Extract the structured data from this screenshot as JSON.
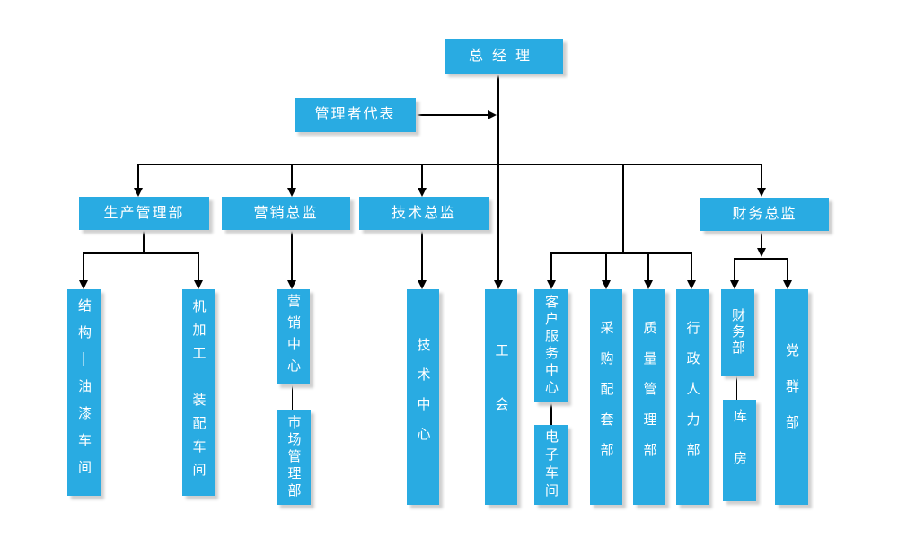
{
  "colors": {
    "node_fill": "#29ABE2",
    "node_text": "#FFFFFF",
    "connector": "#000000",
    "background": "#FFFFFF"
  },
  "nodes": {
    "ceo": "总经理",
    "mgmt_rep": "管理者代表",
    "production_dept": "生产管理部",
    "marketing_director": "营销总监",
    "tech_director": "技术总监",
    "finance_director": "财务总监",
    "structure_paint_workshop": "结构—油漆车间",
    "machining_assembly_workshop": "机加工—装配车间",
    "marketing_center": "营销中心",
    "market_mgmt_dept": "市场管理部",
    "tech_center": "技术中心",
    "labor_union": "工会",
    "customer_service_center": "客户服务中心",
    "electronics_workshop": "电子车间",
    "purchasing_support_dept": "采购配套部",
    "quality_mgmt_dept": "质量管理部",
    "admin_hr_dept": "行政人力部",
    "finance_dept": "财务部",
    "warehouse": "库房",
    "party_masses_dept": "党群部"
  }
}
